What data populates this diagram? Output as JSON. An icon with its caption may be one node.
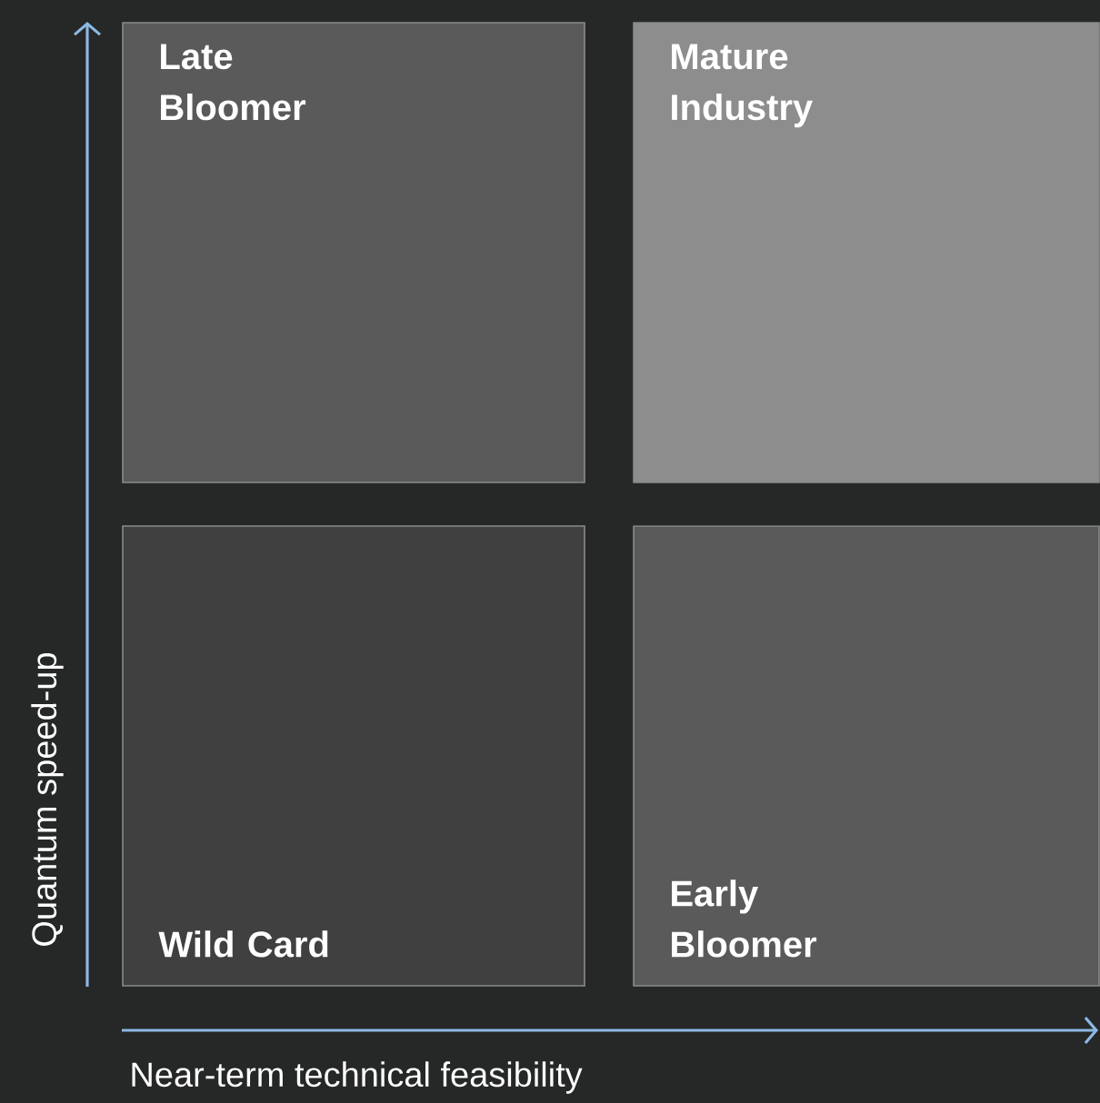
{
  "diagram": {
    "nodes": [
      {
        "text": [
          "Late Bloomer"
        ]
      },
      {
        "text": [
          "Mature Industry"
        ]
      },
      {
        "text": [
          "Wild Card"
        ]
      },
      {
        "text": [
          "Early Bloomer"
        ]
      }
    ],
    "labels": [
      "Quantum speed-up",
      "Near-term technical feasibility"
    ]
  }
}
